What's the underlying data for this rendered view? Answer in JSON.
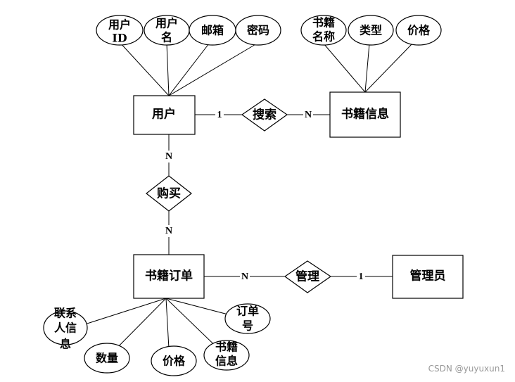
{
  "entities": {
    "user": "用户",
    "book_info": "书籍信息",
    "book_order": "书籍订单",
    "admin": "管理员"
  },
  "relationships": {
    "search": "搜索",
    "buy": "购买",
    "manage": "管理"
  },
  "attributes": {
    "user_id": [
      "用户",
      "ID"
    ],
    "username": [
      "用户",
      "名"
    ],
    "email": "邮箱",
    "password": "密码",
    "book_name": [
      "书籍",
      "名称"
    ],
    "type": "类型",
    "price_book": "价格",
    "contact_info": [
      "联系",
      "人信",
      "息"
    ],
    "quantity": "数量",
    "price_order": "价格",
    "order_book_info": [
      "书籍",
      "信息"
    ],
    "order_no": [
      "订单",
      "号"
    ]
  },
  "cardinalities": {
    "user_search": "1",
    "search_book": "N",
    "user_buy": "N",
    "buy_order": "N",
    "order_manage": "N",
    "manage_admin": "1"
  },
  "watermark": "CSDN @yuyuxun1"
}
